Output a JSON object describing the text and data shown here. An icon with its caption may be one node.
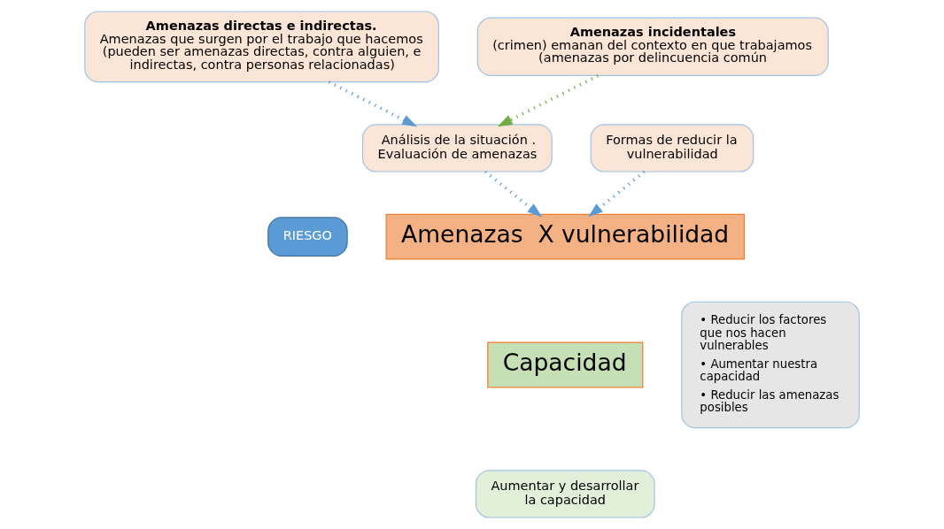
{
  "diagram": {
    "nodes": [
      {
        "text": [
          "Amenazas directas e indirectas.",
          "Amenazas que surgen por el trabajo que hacemos (pueden ser amenazas directas, contra alguien, e indirectas, contra personas relacionadas)"
        ]
      },
      {
        "text": [
          "Amenazas incidentales",
          "(crimen) emanan del contexto en que trabajamos (amenazas por delincuencia común"
        ]
      },
      {
        "text": [
          "Análisis de la situación . Evaluación de amenazas"
        ]
      },
      {
        "text": [
          "Formas de reducir la vulnerabilidad"
        ]
      },
      {
        "text": [
          "Amenazas  X vulnerabilidad"
        ]
      },
      {
        "text": [
          "RIESGO"
        ]
      },
      {
        "text": [
          "Capacidad"
        ]
      },
      {
        "text": [
          "Aumentar y desarrollar la capacidad"
        ]
      },
      {
        "text": [
          "• Reducir los factores que nos hacen vulnerables",
          "• Aumentar nuestra capacidad",
          "• Reducir las amenazas posibles"
        ]
      }
    ],
    "edges": [
      {
        "from": 0,
        "to": 2,
        "arrow": "to"
      },
      {
        "from": 1,
        "to": 2,
        "arrow": "to",
        "color": "#70ad47"
      },
      {
        "from": 2,
        "to": 4,
        "arrow": "to"
      },
      {
        "from": 3,
        "to": 4,
        "arrow": "to"
      }
    ]
  }
}
